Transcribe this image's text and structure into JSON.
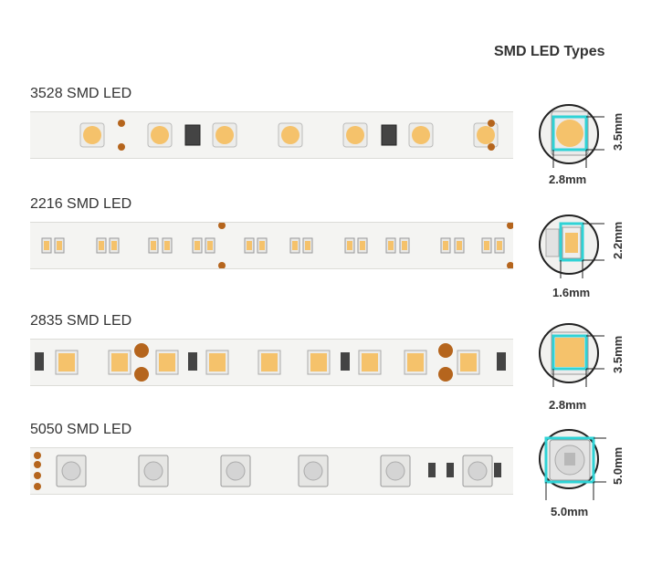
{
  "title": "SMD LED Types",
  "rows": [
    {
      "label": "3528 SMD LED",
      "width_dim": "2.8mm",
      "height_dim": "3.5mm"
    },
    {
      "label": "2216 SMD LED",
      "width_dim": "1.6mm",
      "height_dim": "2.2mm"
    },
    {
      "label": "2835 SMD LED",
      "width_dim": "2.8mm",
      "height_dim": "3.5mm"
    },
    {
      "label": "5050 SMD LED",
      "width_dim": "5.0mm",
      "height_dim": "5.0mm"
    }
  ],
  "colors": {
    "led": "#f5c26b",
    "highlight": "#2fd3d6",
    "pcb": "#f4f4f2",
    "copper": "#b5651d"
  }
}
